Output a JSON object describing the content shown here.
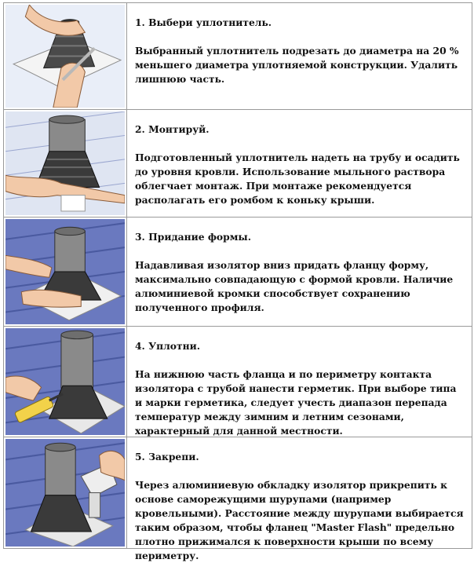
{
  "steps": [
    {
      "title": "1. Выбери уплотнитель.",
      "text": "Выбранный уплотнитель подрезать до диаметра на 20 % меньшего диаметра уплотняемой конструкции. Удалить лишнюю часть.",
      "icon": "cutting-seal-illustration"
    },
    {
      "title": "2. Монтируй.",
      "text": "Подготовленный уплотнитель надеть на трубу и осадить до уровня кровли. Использование мыльного раствора облегчает монтаж. При монтаже рекомендуется располагать его ромбом к коньку крыши.",
      "icon": "mounting-seal-illustration"
    },
    {
      "title": "3. Придание формы.",
      "text": "Надавливая изолятор вниз придать фланцу форму, максимально совпадающую с формой кровли. Наличие алюминиевой кромки способствует сохранению полученного профиля.",
      "icon": "shaping-flange-illustration"
    },
    {
      "title": "4. Уплотни.",
      "text": "На нижнюю часть фланца и по периметру контакта изолятора с трубой нанести герметик. При выборе типа и марки герметика, следует учесть диапазон перепада температур между зимним и летним сезонами, характерный для данной местности.",
      "icon": "sealant-gun-illustration"
    },
    {
      "title": "5. Закрепи.",
      "text": "Через алюминиевую обкладку изолятор прикрепить к основе саморежущими шурупами (например кровельными). Расстояние между шурупами выбирается таким образом, чтобы фланец \"Master Flash\" предельно плотно прижимался к поверхности крыши по всему периметру.",
      "icon": "drill-screw-illustration"
    }
  ],
  "colors": {
    "roof": "#6a79bf",
    "roof_line": "#4a5aa0",
    "seal": "#3a3a3a",
    "pipe": "#8a8a8a",
    "skin": "#f2c9a8",
    "sealant_gun": "#f2d24a"
  }
}
